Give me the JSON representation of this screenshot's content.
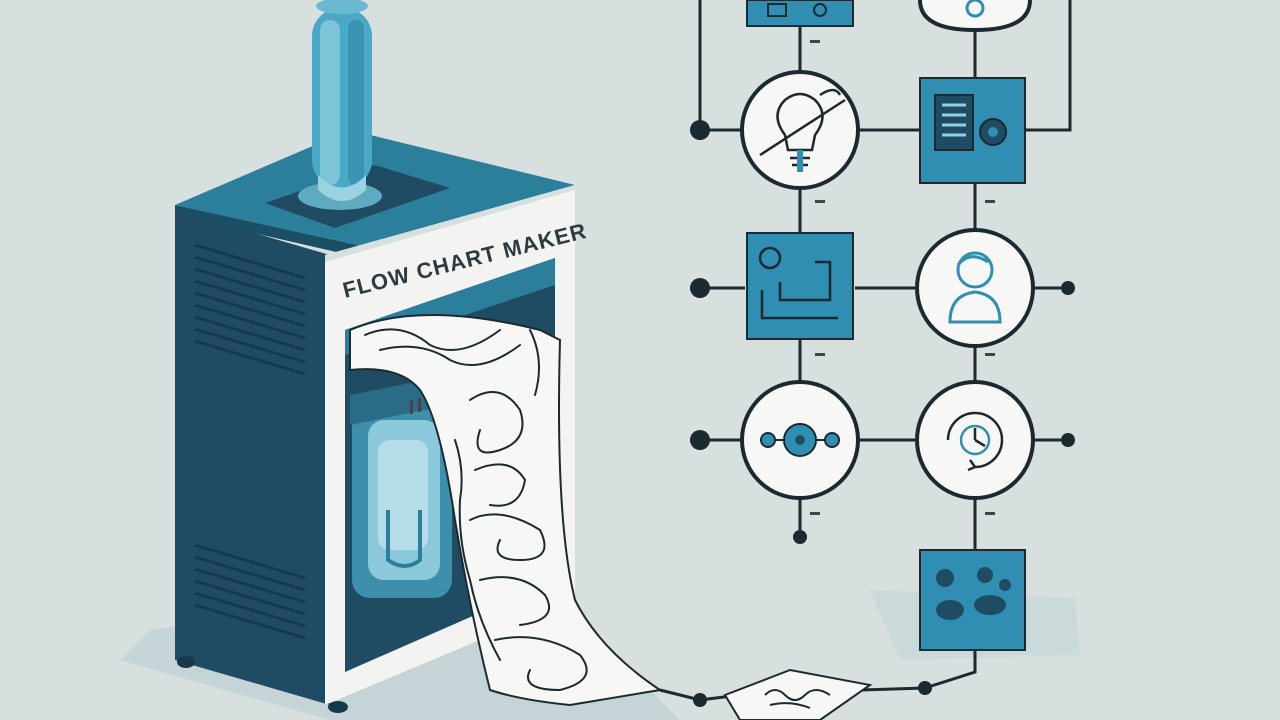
{
  "machine": {
    "label": "FLOW CHART MAKER"
  },
  "colors": {
    "background": "#d7dfdf",
    "machine_dark": "#1f4c63",
    "machine_teal": "#2b7f9b",
    "accent_cyan": "#5bb6d0",
    "node_blue": "#2f8eb1",
    "ink": "#1b2a30"
  },
  "flowchart": {
    "nodes": [
      {
        "id": "n1",
        "kind": "square",
        "icon": "laptop-icon"
      },
      {
        "id": "n2",
        "kind": "circle",
        "icon": "gear-icon"
      },
      {
        "id": "n3",
        "kind": "circle",
        "icon": "lightbulb-icon"
      },
      {
        "id": "n4",
        "kind": "square",
        "icon": "document-gear-icon"
      },
      {
        "id": "n5",
        "kind": "square",
        "icon": "workstation-icon"
      },
      {
        "id": "n6",
        "kind": "circle",
        "icon": "person-thinking-icon"
      },
      {
        "id": "n7",
        "kind": "circle",
        "icon": "network-icon"
      },
      {
        "id": "n8",
        "kind": "circle",
        "icon": "clock-cycle-icon"
      },
      {
        "id": "n9",
        "kind": "square",
        "icon": "people-icon"
      },
      {
        "id": "n10",
        "kind": "diamond",
        "icon": "scribble-icon"
      }
    ]
  }
}
